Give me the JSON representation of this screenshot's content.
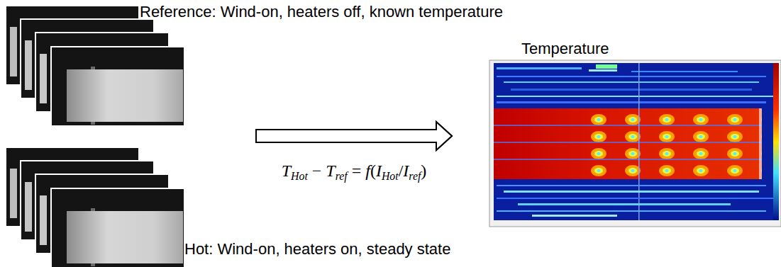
{
  "diagram": {
    "nodes": [
      {
        "text": [
          "Reference: Wind-on, heaters off, known temperature"
        ]
      },
      {
        "text": [
          "Hot: Wind-on, heaters on, steady state"
        ]
      },
      {
        "text": [
          "Temperature"
        ]
      }
    ],
    "edges": [
      {
        "from": 0,
        "to": 2,
        "arrow": "to",
        "label": "THot − Tref = f(IHot/Iref)"
      },
      {
        "from": 1,
        "to": 2,
        "arrow": "to"
      }
    ]
  }
}
